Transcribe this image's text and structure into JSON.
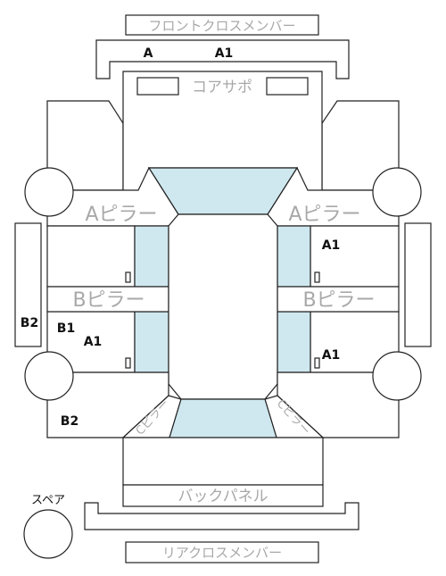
{
  "labels": {
    "front_cross_member": "フロントクロスメンバー",
    "core_support": "コアサポ",
    "a_pillar_left": "Aピラー",
    "a_pillar_right": "Aピラー",
    "b_pillar_left": "Bピラー",
    "b_pillar_right": "Bピラー",
    "c_pillar_left": "Cピラー",
    "c_pillar_right": "Cピラー",
    "back_panel": "バックパネル",
    "rear_cross_member": "リアクロスメンバー",
    "spare": "スペア"
  },
  "grades": {
    "front_member_a": "A",
    "front_member_a1": "A1",
    "right_front_door": "A1",
    "right_rear_door": "A1",
    "left_sill": "B2",
    "left_rear_door_b1": "B1",
    "left_rear_door_a1": "A1",
    "left_rear_fender": "B2"
  },
  "colors": {
    "glass": "#cfe8ef",
    "outline": "#222222",
    "label_grey": "#a8a8a8"
  }
}
